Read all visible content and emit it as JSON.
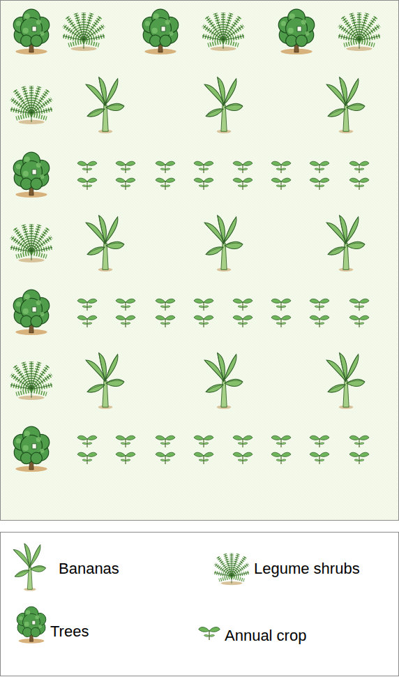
{
  "diagram": {
    "legend": [
      {
        "text": "Bananas"
      },
      {
        "text": "Legume shrubs"
      },
      {
        "text": "Trees"
      },
      {
        "text": "Annual crop"
      }
    ]
  }
}
